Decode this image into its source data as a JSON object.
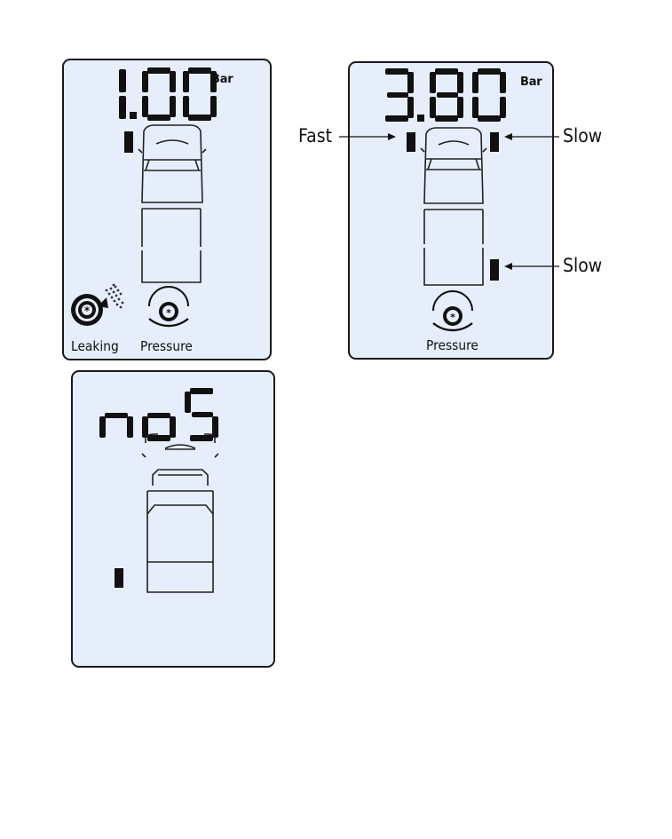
{
  "panels": {
    "leak": {
      "reading": "1.00",
      "unit": "Bar",
      "icons": {
        "leaking": "Leaking",
        "pressure": "Pressure"
      }
    },
    "slow": {
      "reading": "3.80",
      "unit": "Bar",
      "icons": {
        "pressure": "Pressure"
      }
    },
    "nosensor": {
      "reading": "no5"
    }
  },
  "callouts": {
    "fast": "Fast",
    "slow_front": "Slow",
    "slow_rear": "Slow"
  },
  "icon_names": [
    "truck-outline-icon",
    "tire-leak-icon",
    "tire-pressure-icon",
    "arrow-icon"
  ],
  "colors": {
    "lcd_background": "#e5eefa",
    "segment": "#111111",
    "border": "#1a1a1a"
  }
}
